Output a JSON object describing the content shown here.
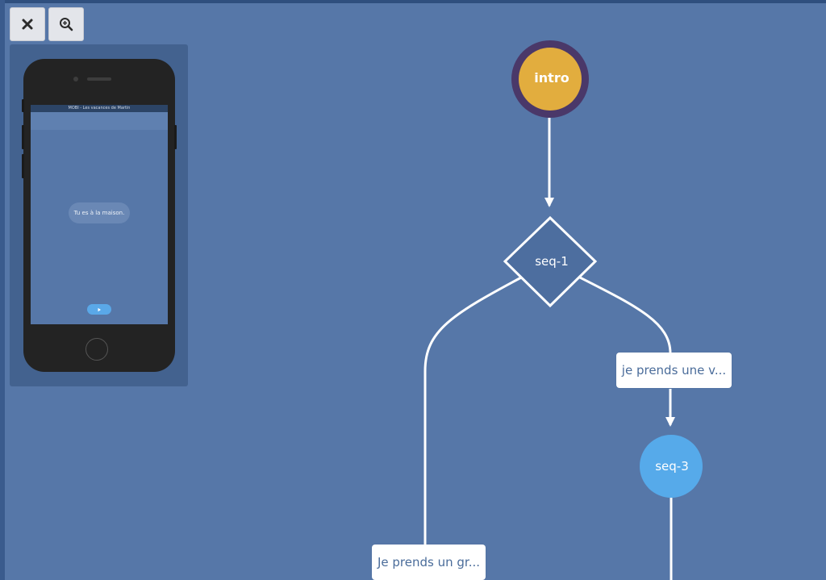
{
  "toolbar": {
    "close_icon": "close-icon",
    "zoom_icon": "zoom-in-icon"
  },
  "preview": {
    "app_title": "MOBI - Les vacances de Martin",
    "message": "Tu es à la maison.",
    "play_icon": "play-icon"
  },
  "flow": {
    "start_node": "intro",
    "decision_node": "seq-1",
    "choice_right": "je prends une v...",
    "choice_left": "Je prends un gr...",
    "sequence_node": "seq-3"
  },
  "colors": {
    "background": "#5677a8",
    "start_fill": "#e2ad3e",
    "start_ring": "#4a3869",
    "decision_fill": "#4d6e9f",
    "sequence_fill": "#56aaea",
    "connector": "#ffffff"
  }
}
